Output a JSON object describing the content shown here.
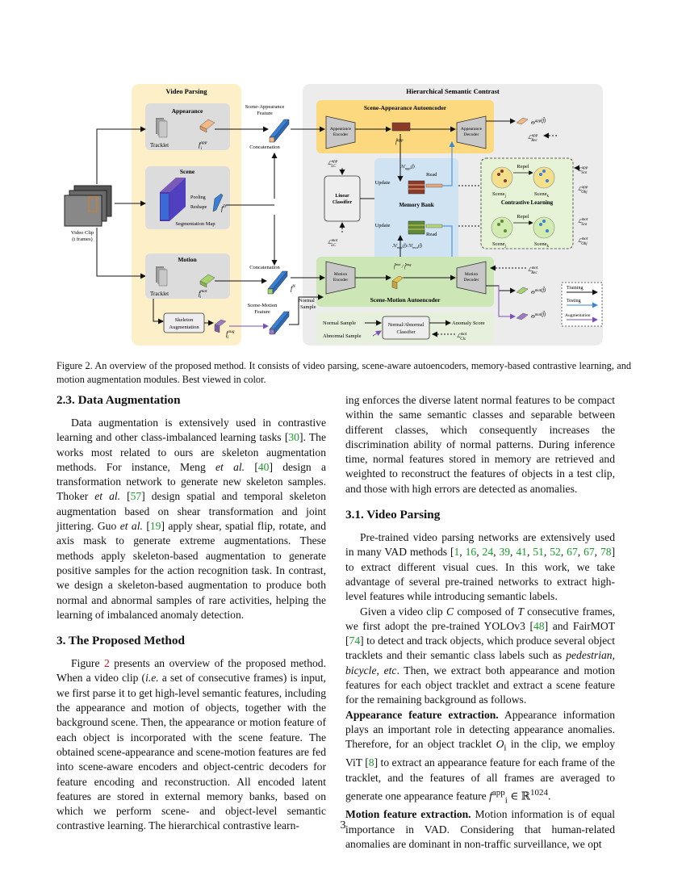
{
  "figure": {
    "video_parsing_title": "Video Parsing",
    "hsc_title": "Hierarchical Semantic Contrast",
    "appearance_label": "Appearance",
    "scene_label": "Scene",
    "motion_label": "Motion",
    "tracklet_label_1": "Tracklet",
    "tracklet_label_2": "Tracklet",
    "pooling_label": "Pooling",
    "reshape_label": "Reshape",
    "segmentation_map_label": "Segmentation Map",
    "video_clip_label_1": "Video Clip",
    "video_clip_label_2": "(t frames)",
    "skeleton_label_1": "Skeleton",
    "skeleton_label_2": "Augmentation",
    "scene_appearance_feature_1": "Scene-Appearance",
    "scene_appearance_feature_2": "Feature",
    "concatenation_1": "Concatenation",
    "concatenation_2": "Concatenation",
    "scene_motion_feature_1": "Scene-Motion",
    "scene_motion_feature_2": "Feature",
    "normal_sample_label_1": "Normal",
    "normal_sample_label_2": "Sample",
    "sa_autoencoder": "Scene-Appearance Autoencoder",
    "sm_autoencoder": "Scene-Motion Autoencoder",
    "appearance_encoder_1": "Appearance",
    "appearance_encoder_2": "Encoder",
    "appearance_decoder_1": "Appearance",
    "appearance_decoder_2": "Decoder",
    "motion_encoder_1": "Motion",
    "motion_encoder_2": "Encoder",
    "motion_decoder_1": "Motion",
    "motion_decoder_2": "Decoder",
    "linear_classifier_1": "Linear",
    "linear_classifier_2": "Classifier",
    "memory_bank": "Memory Bank",
    "update_label": "Update",
    "read_label": "Read",
    "contrastive_learning": "Contrastive Learning",
    "repel_label": "Repel",
    "scene_j": "Scene",
    "scene_k": "Scene",
    "normal_sample": "Normal Sample",
    "abnormal_sample": "Abnormal Sample",
    "classifier_1": "Normal/Abnormal",
    "classifier_2": "Classifier",
    "anomaly_score": "Anomaly Score",
    "legend_training": "Training",
    "legend_testing": "Testing",
    "legend_augmentation": "Augmentation",
    "colors": {
      "video_parsing_bg": "#fdf0c8",
      "hsc_bg": "#ececec",
      "sa_bg": "#fcd97e",
      "sm_bg": "#cde6b5",
      "memory_bg": "#cfe3f3",
      "contrastive_bg": "#e6f3d6",
      "appearance_feature": "#f4b887",
      "motion_feature": "#a6d46c",
      "scene_feature": "#3a7fd6",
      "augmentation_feature": "#9b7cc4",
      "test_arrow": "#3a87d0",
      "aug_arrow": "#7d4fb4"
    }
  },
  "caption": {
    "label": "Figure 2.",
    "text": "An overview of the proposed method. It consists of video parsing, scene-aware autoencoders, memory-based contrastive learning, and motion augmentation modules. Best viewed in color."
  },
  "sections": {
    "s23_title": "2.3. Data Augmentation",
    "s23_p1": {
      "a": "Data augmentation is extensively used in contrastive learning and other class-imbalanced learning tasks [",
      "r1": "30",
      "b": "]. The works most related to ours are skeleton augmentation methods. For instance, Meng ",
      "it1": "et al.",
      "c": " [",
      "r2": "40",
      "d": "] design a transformation network to generate new skeleton samples. Thoker ",
      "it2": "et al.",
      "e": " [",
      "r3": "57",
      "f": "] design spatial and temporal skeleton augmentation based on shear transformation and joint jittering. Guo ",
      "it3": "et al.",
      "g": " [",
      "r4": "19",
      "h": "] apply shear, spatial flip, rotate, and axis mask to generate extreme augmentations. These methods apply skeleton-based augmentation to generate positive samples for the action recognition task. In contrast, we design a skeleton-based augmentation to produce both normal and abnormal samples of rare activities, helping the learning of imbalanced anomaly detection."
    },
    "s3_title": "3. The Proposed Method",
    "s3_p1": {
      "a": "Figure ",
      "r1": "2",
      "b": " presents an overview of the proposed method. When a video clip (",
      "it1": "i.e.",
      "c": " a set of consecutive frames) is input, we first parse it to get high-level semantic features, including the appearance and motion of objects, together with the background scene. Then, the appearance or motion feature of each object is incorporated with the scene feature. The obtained scene-appearance and scene-motion features are fed into scene-aware encoders and object-centric decoders for feature encoding and reconstruction. All encoded latent features are stored in external memory banks, based on which we perform scene- and object-level semantic contrastive learning. The hierarchical contrastive learn-"
    },
    "s3_p1_cont": "ing enforces the diverse latent normal features to be compact within the same semantic classes and separable between different classes, which consequently increases the discrimination ability of normal patterns. During inference time, normal features stored in memory are retrieved and weighted to reconstruct the features of objects in a test clip, and those with high errors are detected as anomalies.",
    "s31_title": "3.1. Video Parsing",
    "s31_p1": {
      "a": "Pre-trained video parsing networks are extensively used in many VAD methods [",
      "refs": [
        "1",
        "16",
        "24",
        "39",
        "41",
        "51",
        "52",
        "67",
        "67",
        "78"
      ],
      "b": "] to extract different visual cues. In this work, we take advantage of several pre-trained networks to extract high-level features while introducing semantic labels."
    },
    "s31_p2": {
      "a": "Given a video clip ",
      "m1": "C",
      "b": " composed of ",
      "m2": "T",
      "c": " consecutive frames, we first adopt the pre-trained YOLOv3 [",
      "r1": "48",
      "d": "] and FairMOT [",
      "r2": "74",
      "e": "] to detect and track objects, which produce several object tracklets and their semantic class labels such as ",
      "it1": "pedestrian",
      "f": ", ",
      "it2": "bicycle",
      "g": ", ",
      "it3": "etc",
      "h": ". Then, we extract both appearance and motion features for each object tracklet and extract a scene feature for the remaining background as follows."
    },
    "s31_p3": {
      "bold": "Appearance feature extraction.",
      "a": " Appearance information plays an important role in detecting appearance anomalies. Therefore, for an object tracklet ",
      "m1": "O",
      "m1sub": "i",
      "b": " in the clip, we employ ViT [",
      "r1": "8",
      "c": "] to extract an appearance feature for each frame of the tracklet, and the features of all frames are averaged to generate one appearance feature ",
      "m2": "f",
      "m2sub": "i",
      "m2sup": "app",
      "m3": " ∈ ℝ",
      "m3sup": "1024",
      "d": "."
    },
    "s31_p4": {
      "bold": "Motion feature extraction.",
      "a": " Motion information is of equal importance in VAD. Considering that human-related anomalies are dominant in non-traffic surveillance, we opt"
    }
  },
  "page_number": "3"
}
